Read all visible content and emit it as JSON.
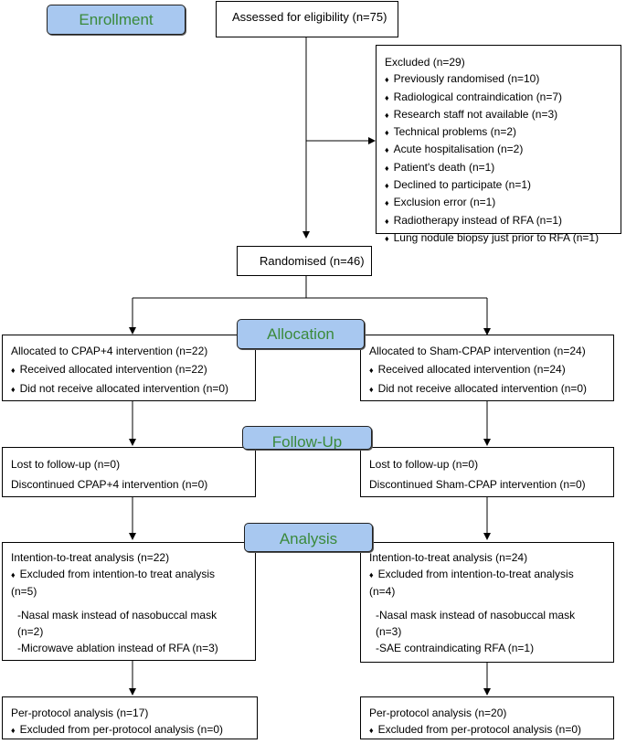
{
  "phases": {
    "enrollment": "Enrollment",
    "allocation": "Allocation",
    "followup": "Follow-Up",
    "analysis": "Analysis"
  },
  "assessed": "Assessed for eligibility (n=75)",
  "excluded": {
    "title": "Excluded (n=29)",
    "items": [
      "Previously randomised (n=10)",
      "Radiological contraindication (n=7)",
      "Research staff not available (n=3)",
      "Technical problems (n=2)",
      "Acute hospitalisation (n=2)",
      "Patient's death (n=1)",
      "Declined to participate (n=1)",
      "Exclusion error (n=1)",
      "Radiotherapy instead of RFA (n=1)",
      "Lung nodule biopsy just prior to RFA (n=1)"
    ]
  },
  "randomised": "Randomised (n=46)",
  "left": {
    "allocation": {
      "title": "Allocated to CPAP+4 intervention (n=22)",
      "received": "Received allocated intervention (n=22)",
      "not_received": "Did not receive allocated intervention (n=0)"
    },
    "followup": {
      "lost": "Lost to follow-up (n=0)",
      "discontinued": "Discontinued CPAP+4 intervention (n=0)"
    },
    "analysis": {
      "itt": "Intention-to-treat analysis (n=22)",
      "excluded_a": "Excluded from intention-to treat analysis",
      "excluded_b": "(n=5)",
      "reason1_a": "-Nasal mask instead of nasobuccal mask",
      "reason1_b": "(n=2)",
      "reason2": "-Microwave ablation instead of RFA (n=3)"
    },
    "perprotocol": {
      "title": "Per-protocol analysis (n=17)",
      "excluded": "Excluded from per-protocol analysis (n=0)"
    }
  },
  "right": {
    "allocation": {
      "title": "Allocated to Sham-CPAP intervention (n=24)",
      "received": "Received allocated intervention (n=24)",
      "not_received": "Did not receive allocated intervention (n=0)"
    },
    "followup": {
      "lost": "Lost to follow-up (n=0)",
      "discontinued": "Discontinued Sham-CPAP intervention (n=0)"
    },
    "analysis": {
      "itt": "Intention-to-treat analysis (n=24)",
      "excluded_a": "Excluded from intention-to-treat analysis",
      "excluded_b": "(n=4)",
      "reason1_a": "-Nasal mask instead of nasobuccal mask",
      "reason1_b": "(n=3)",
      "reason2": "-SAE contraindicating RFA (n=1)"
    },
    "perprotocol": {
      "title": "Per-protocol analysis (n=20)",
      "excluded": "Excluded from per-protocol analysis (n=0)"
    }
  }
}
